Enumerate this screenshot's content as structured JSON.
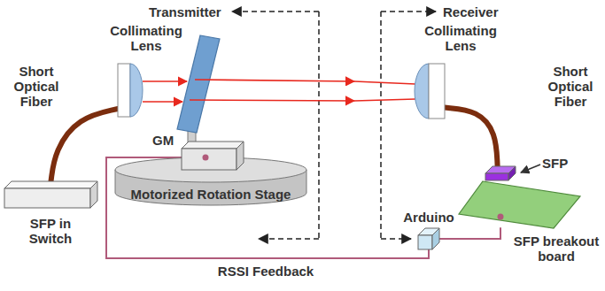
{
  "diagram": {
    "nodes": [
      {
        "text": [
          "Collimating Lens"
        ]
      },
      {
        "text": [
          "Collimating Lens"
        ]
      },
      {
        "text": [
          "GM"
        ]
      },
      {
        "text": [
          "Motorized Rotation Stage"
        ]
      },
      {
        "text": [
          "SFP"
        ]
      },
      {
        "text": [
          "SFP breakout board"
        ]
      },
      {
        "text": [
          "Arduino"
        ]
      },
      {
        "text": [
          "SFP in Switch"
        ]
      }
    ],
    "edges": [
      {
        "from": 7,
        "to": 0,
        "arrow": "none"
      },
      {
        "from": 1,
        "to": 4,
        "arrow": "none"
      },
      {
        "from": 2,
        "to": 6,
        "arrow": "none",
        "label": "RSSI Feedback"
      },
      {
        "from": 6,
        "to": 5,
        "arrow": "none"
      }
    ],
    "labels": [
      "Transmitter",
      "Short Optical Fiber",
      "Receiver",
      "Short Optical Fiber"
    ]
  }
}
